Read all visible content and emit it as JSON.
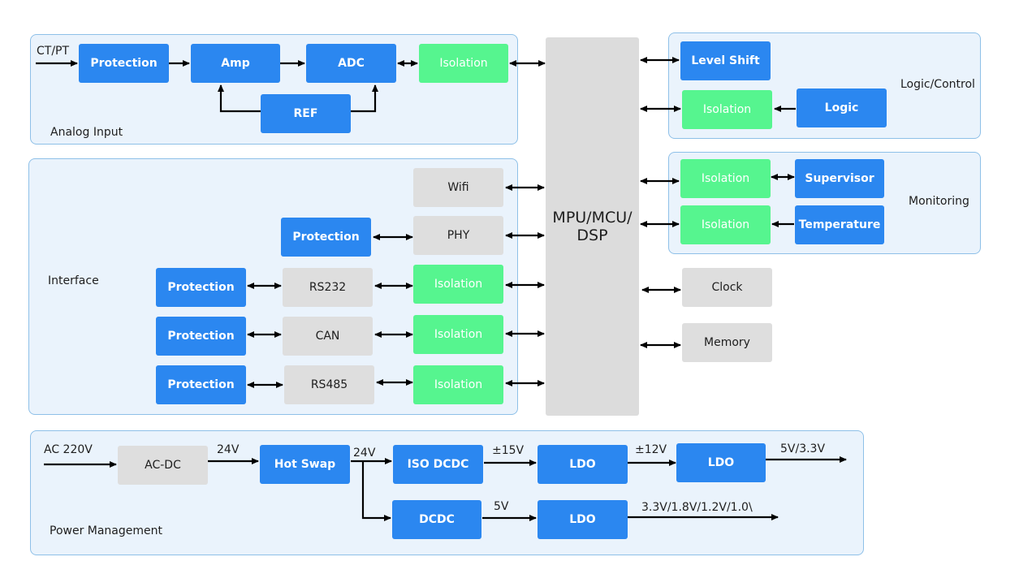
{
  "groups": {
    "analog": "Analog Input",
    "interface": "Interface",
    "logic": "Logic/Control",
    "monitoring": "Monitoring",
    "power": "Power Management"
  },
  "processor": "MPU/MCU/\nDSP",
  "analog": {
    "input_label": "CT/PT",
    "protection": "Protection",
    "amp": "Amp",
    "adc": "ADC",
    "isolation": "Isolation",
    "ref": "REF"
  },
  "interface": {
    "wifi": "Wifi",
    "phy": "PHY",
    "phy_protection": "Protection",
    "rs232_protection": "Protection",
    "rs232": "RS232",
    "rs232_isolation": "Isolation",
    "can_protection": "Protection",
    "can": "CAN",
    "can_isolation": "Isolation",
    "rs485_protection": "Protection",
    "rs485": "RS485",
    "rs485_isolation": "Isolation"
  },
  "logic": {
    "level_shift": "Level Shift",
    "isolation": "Isolation",
    "logic": "Logic"
  },
  "monitoring": {
    "isolation1": "Isolation",
    "supervisor": "Supervisor",
    "isolation2": "Isolation",
    "temperature": "Temperature"
  },
  "peripherals": {
    "clock": "Clock",
    "memory": "Memory"
  },
  "power": {
    "input_label": "AC 220V",
    "acdc": "AC-DC",
    "v24a": "24V",
    "hotswap": "Hot Swap",
    "v24b": "24V",
    "iso_dcdc": "ISO DCDC",
    "v15": "±15V",
    "ldo1": "LDO",
    "v12": "±12V",
    "ldo2": "LDO",
    "out1": "5V/3.3V",
    "dcdc": "DCDC",
    "v5": "5V",
    "ldo3": "LDO",
    "out2": "3.3V/1.8V/1.2V/1.0\\"
  },
  "colors": {
    "block_blue": "#2b87f0",
    "block_green": "#56f58f",
    "block_gray": "#dedede",
    "group_fill": "#eaf3fc",
    "group_border": "#8ec0e8"
  }
}
